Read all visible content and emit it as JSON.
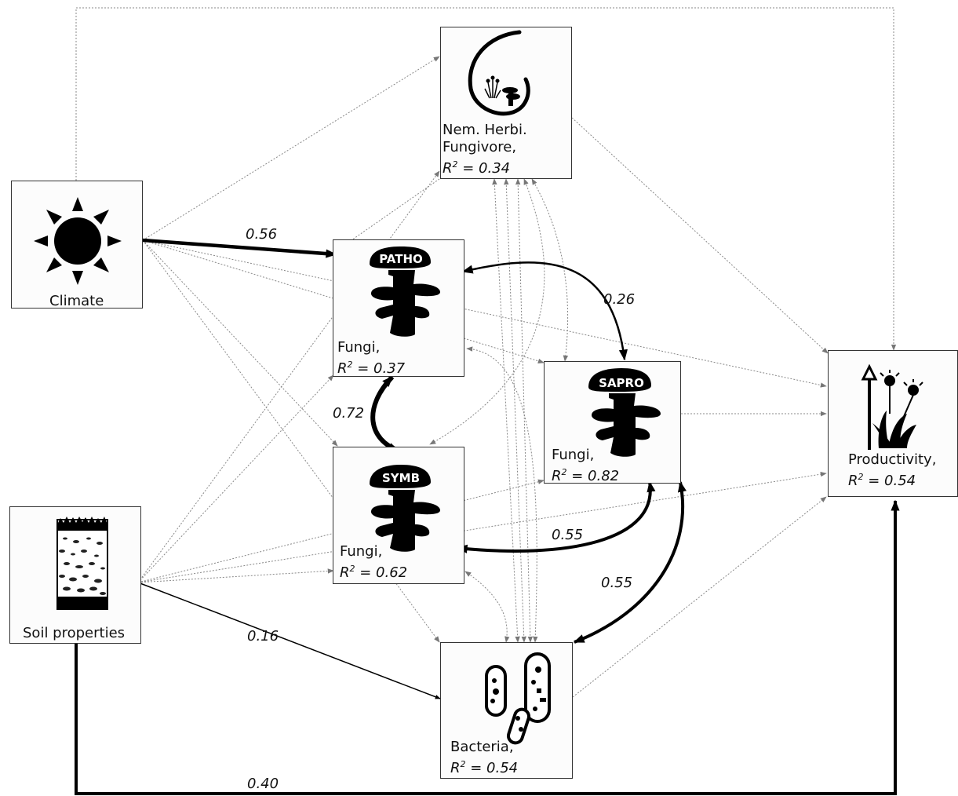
{
  "nodes": {
    "climate": {
      "name": "Climate"
    },
    "soil": {
      "name": "Soil properties"
    },
    "nematode": {
      "name_line1": "Nem. Herbi.",
      "name_line2": "Fungivore,",
      "r2_value": "= 0.34"
    },
    "patho": {
      "tag": "PATHO",
      "name": "Fungi,",
      "r2_value": "= 0.37"
    },
    "symb": {
      "tag": "SYMB",
      "name": "Fungi,",
      "r2_value": "= 0.62"
    },
    "sapro": {
      "tag": "SAPRO",
      "name": "Fungi,",
      "r2_value": "= 0.82"
    },
    "bacteria": {
      "name": "Bacteria,",
      "r2_value": "= 0.54"
    },
    "productivity": {
      "name": "Productivity,",
      "r2_value": "= 0.54"
    }
  },
  "r2_symbol": "R",
  "r2_exponent": "2",
  "paths": [
    {
      "from": "Climate",
      "to": "Fungi (PATHO)",
      "coefficient": "0.56",
      "style": "solid"
    },
    {
      "from": "Fungi (PATHO)",
      "to": "Fungi (SAPRO)",
      "coefficient": "0.26",
      "style": "solid"
    },
    {
      "from": "Fungi (PATHO)",
      "to": "Fungi (SYMB)",
      "coefficient": "0.72",
      "style": "solid"
    },
    {
      "from": "Fungi (SAPRO)",
      "to": "Fungi (SYMB)",
      "coefficient": "0.55",
      "style": "solid"
    },
    {
      "from": "Fungi (SAPRO)",
      "to": "Bacteria",
      "coefficient": "0.55",
      "style": "solid"
    },
    {
      "from": "Soil properties",
      "to": "Bacteria",
      "coefficient": "0.16",
      "style": "solid"
    },
    {
      "from": "Soil properties",
      "to": "Productivity",
      "coefficient": "0.40",
      "style": "solid"
    }
  ],
  "colors": {
    "solid_path": "#000000",
    "dotted_path": "#888888",
    "box_border": "#333333"
  }
}
